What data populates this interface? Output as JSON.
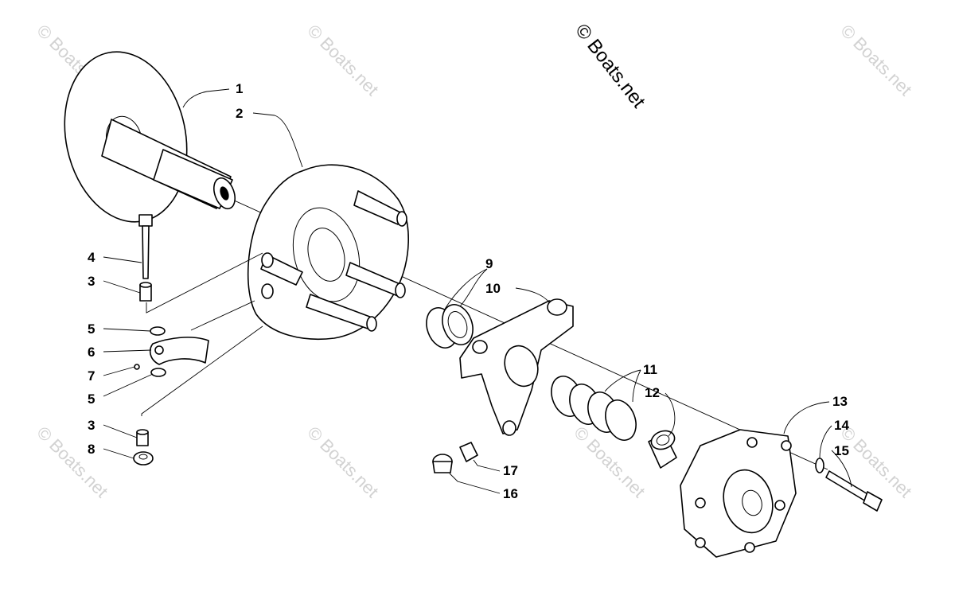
{
  "copyright": "© Boats.net",
  "watermark": "© Boats.net",
  "callouts": {
    "c1": "1",
    "c2": "2",
    "c3a": "3",
    "c4": "4",
    "c3b": "3",
    "c5a": "5",
    "c6": "6",
    "c7": "7",
    "c5b": "5",
    "c8": "8",
    "c9": "9",
    "c10": "10",
    "c11": "11",
    "c12": "12",
    "c13": "13",
    "c14": "14",
    "c15": "15",
    "c16": "16",
    "c17": "17"
  }
}
